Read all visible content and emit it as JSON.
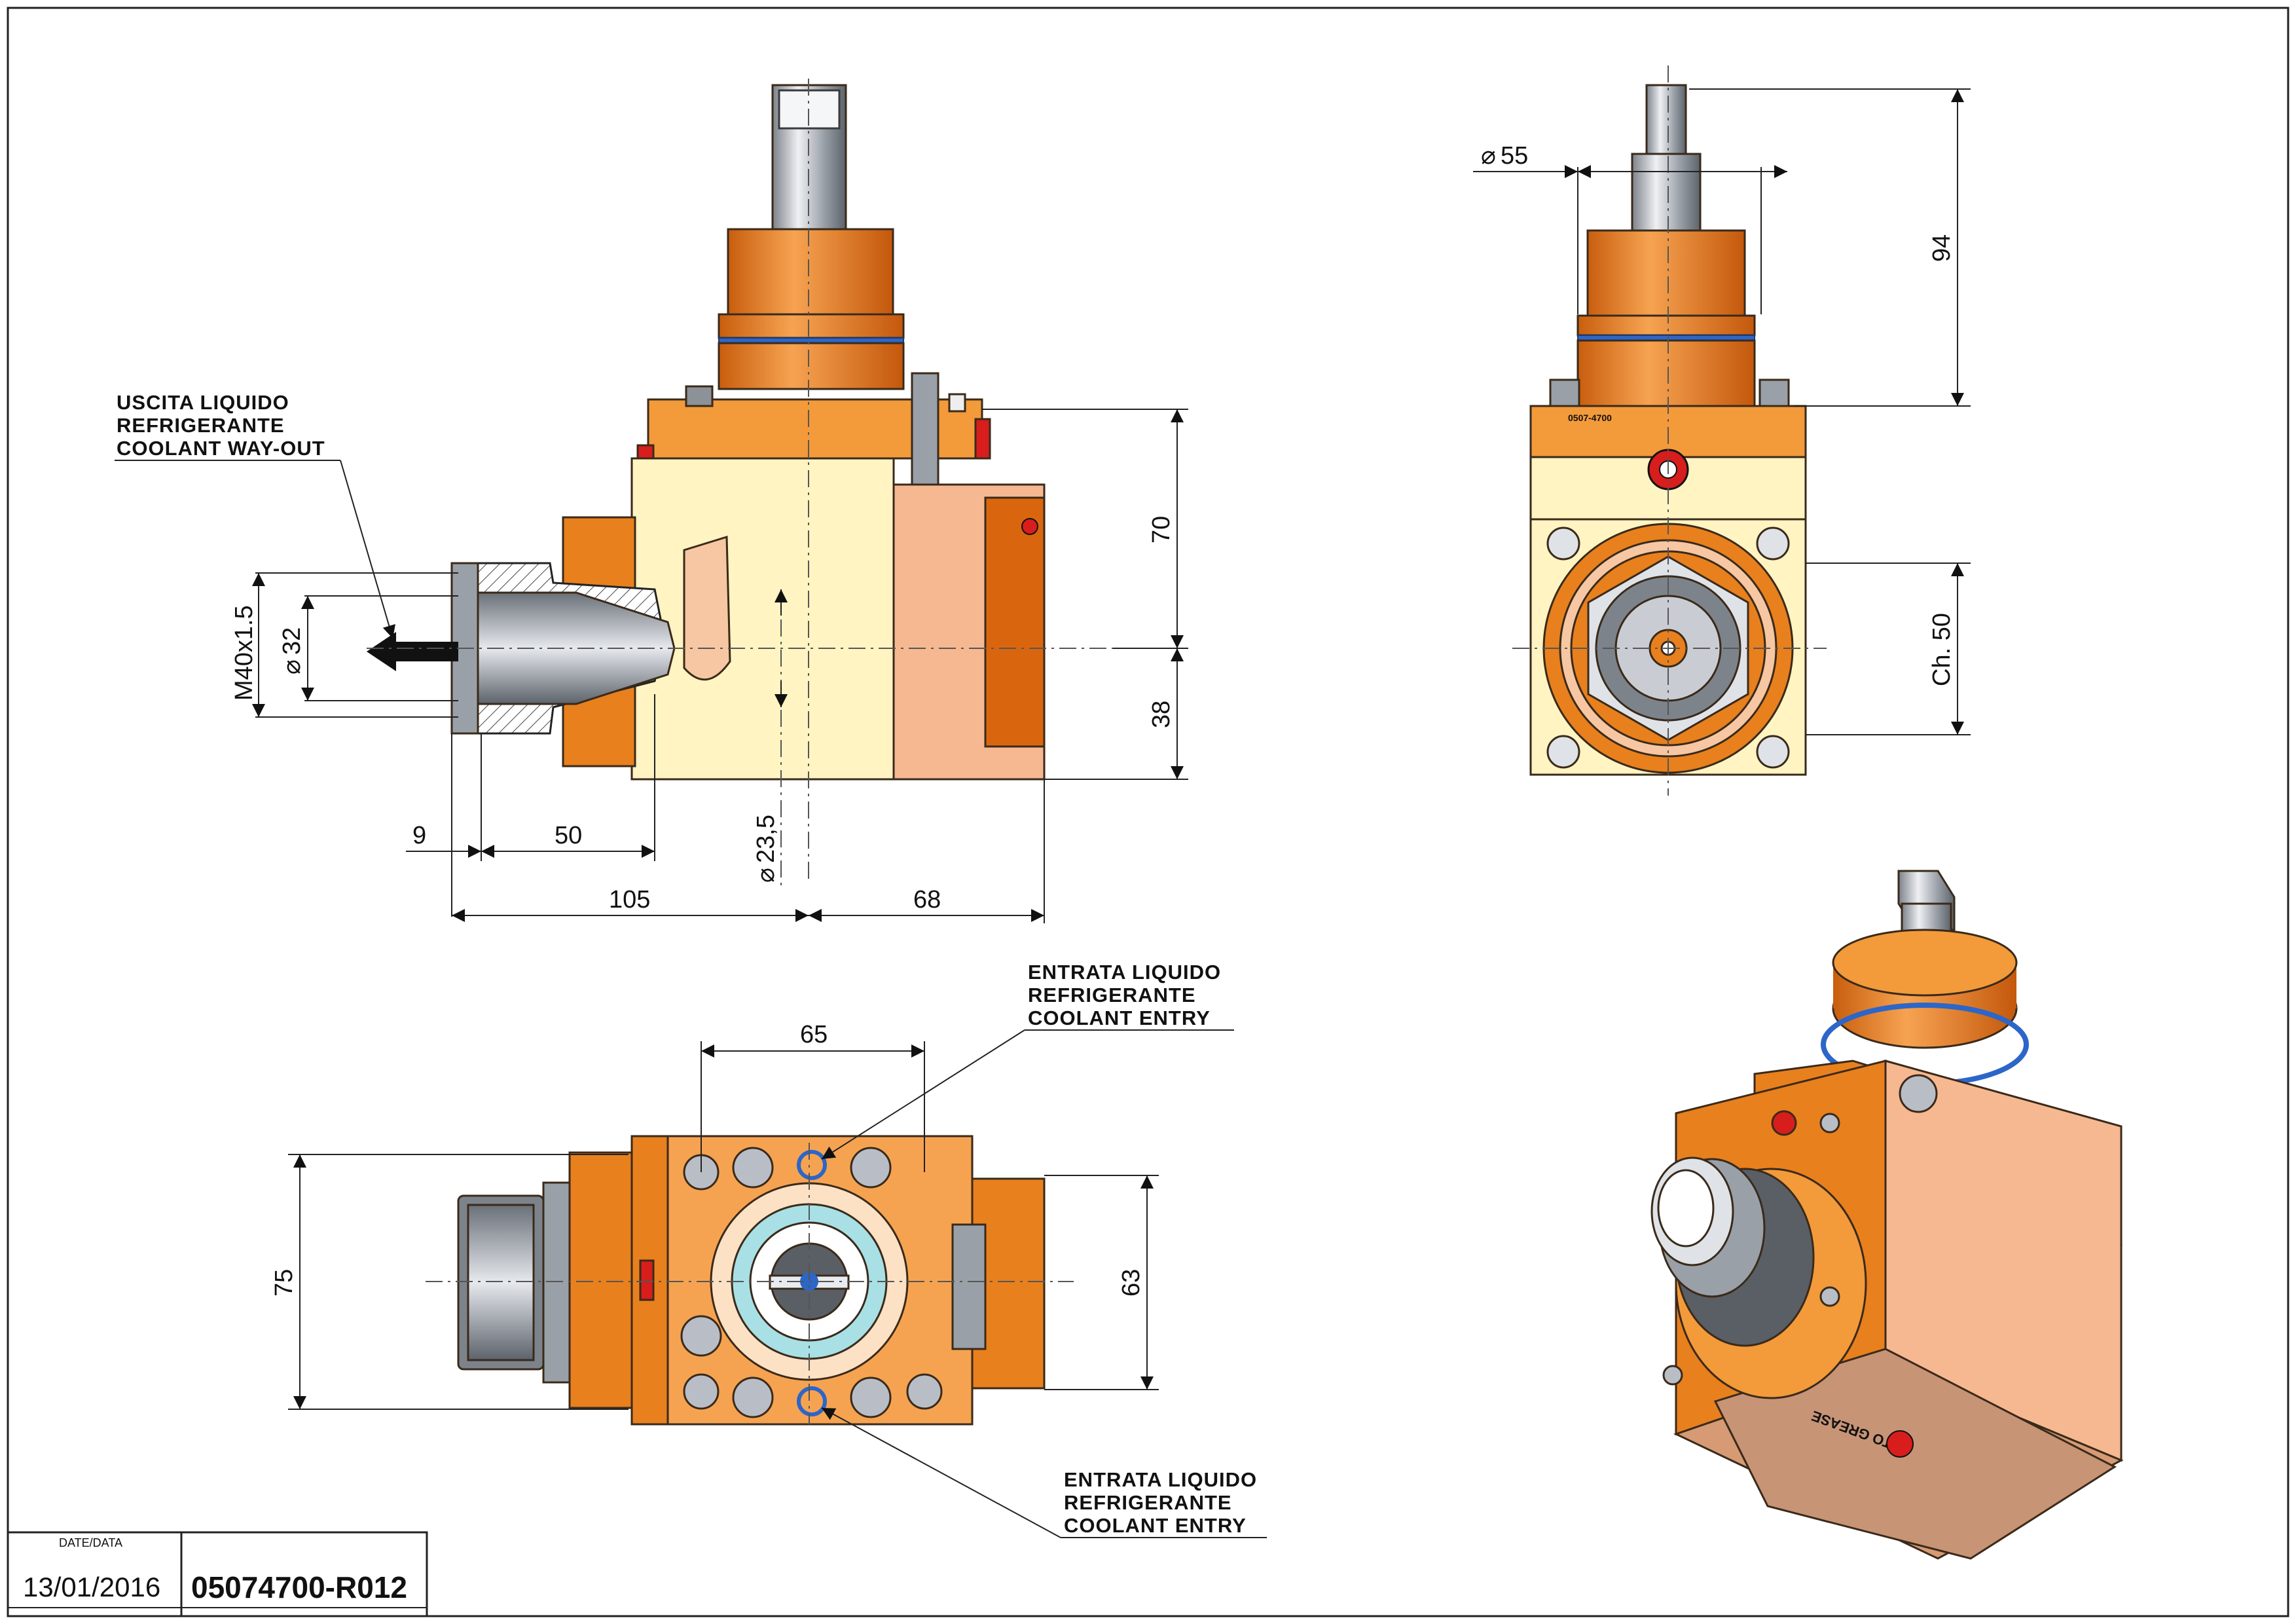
{
  "labels": {
    "coolant_out": [
      "USCITA LIQUIDO",
      "REFRIGERANTE",
      "COOLANT WAY-OUT"
    ],
    "coolant_in_top": [
      "ENTRATA LIQUIDO",
      "REFRIGERANTE",
      "COOLANT ENTRY"
    ],
    "coolant_in_bottom": [
      "ENTRATA LIQUIDO",
      "REFRIGERANTE",
      "COOLANT ENTRY"
    ]
  },
  "dimensions": {
    "thread": "M40x1.5",
    "dia_32": "32",
    "dia_23_5": "23,5",
    "d_9": "9",
    "d_50": "50",
    "d_105": "105",
    "d_68": "68",
    "d_70": "70",
    "d_38": "38",
    "dia_55": "55",
    "d_94": "94",
    "ch_50": "Ch. 50",
    "d_65": "65",
    "d_75": "75",
    "d_63": "63"
  },
  "part_marks": {
    "plate_code": "0507-4700",
    "grease_mark": "TO GREASE"
  },
  "title_block": {
    "date_header": "DATE/DATA",
    "date": "13/01/2016",
    "code": "05074700-R012"
  },
  "colors": {
    "body_orange": "#e8801e",
    "light_orange": "#f5b46a",
    "cream": "#fff4c2",
    "salmon": "#f6b891",
    "steel": "#b9bec6",
    "dark_steel": "#5a5f66",
    "seal_blue": "#2c66c8",
    "plug_red": "#d81d1d"
  }
}
